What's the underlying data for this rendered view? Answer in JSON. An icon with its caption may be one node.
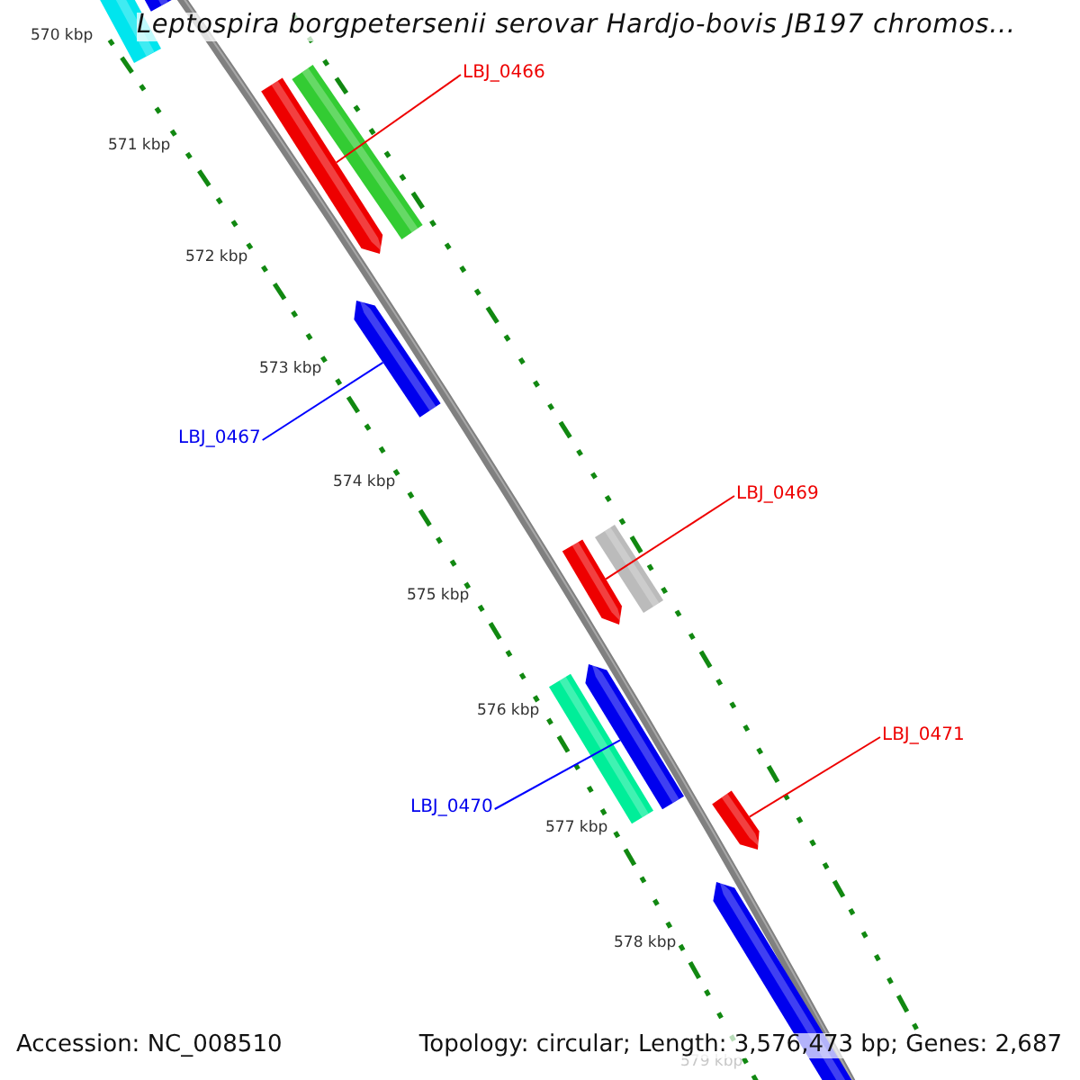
{
  "diagram": {
    "title": "Leptospira borgpetersenii serovar Hardjo-bovis JB197 chromos...",
    "nodes": [
      {
        "text": [
          "LBJ_0466"
        ]
      },
      {
        "text": [],
        "shape": "bar"
      },
      {
        "text": [
          "LBJ_0467"
        ]
      },
      {
        "text": [],
        "shape": "bar"
      },
      {
        "text": [
          "LBJ_0469"
        ]
      },
      {
        "text": [],
        "shape": "bar"
      },
      {
        "text": [
          "LBJ_0470"
        ]
      },
      {
        "text": [],
        "shape": "bar"
      },
      {
        "text": [
          "LBJ_0471"
        ]
      },
      {
        "text": [],
        "shape": "bar"
      }
    ],
    "edges": [
      {
        "from": 0,
        "to": 1,
        "arrow": "none"
      },
      {
        "from": 2,
        "to": 3,
        "arrow": "none",
        "color": "#0000ff"
      },
      {
        "from": 4,
        "to": 5,
        "arrow": "none"
      },
      {
        "from": 6,
        "to": 7,
        "arrow": "none",
        "color": "#0000ff"
      },
      {
        "from": 8,
        "to": 9,
        "arrow": "none"
      }
    ],
    "labels": [
      "570 kbp",
      "571 kbp",
      "572 kbp",
      "573 kbp",
      "574 kbp",
      "575 kbp",
      "576 kbp",
      "577 kbp",
      "578 kbp",
      "579 kbp",
      "Accession: NC_008510",
      "Topology: circular; Length: 3,576,473 bp; Genes: 2,687"
    ]
  }
}
